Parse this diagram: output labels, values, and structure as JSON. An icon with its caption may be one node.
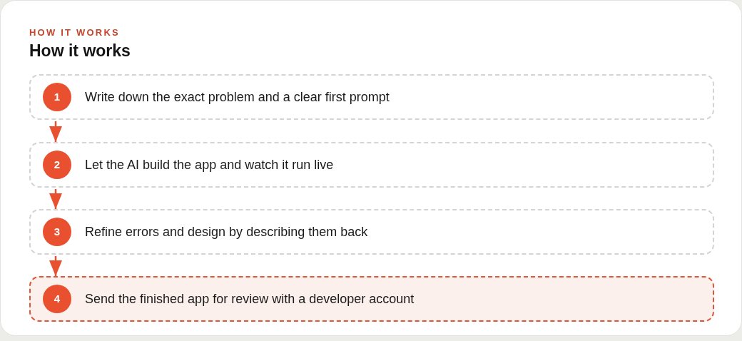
{
  "diagram": {
    "title": "How it works",
    "nodes": [
      {
        "text": [
          "1",
          "Write down the exact problem and a clear first prompt"
        ]
      },
      {
        "text": [
          "2",
          "Let the AI build the app and watch it run live"
        ]
      },
      {
        "text": [
          "3",
          "Refine errors and design by describing them back"
        ]
      },
      {
        "text": [
          "4",
          "Send the finished app for review with a developer account"
        ]
      }
    ],
    "edges": [
      {
        "from": 0,
        "to": 1,
        "arrow": "to"
      },
      {
        "from": 1,
        "to": 2,
        "arrow": "to"
      },
      {
        "from": 2,
        "to": 3,
        "arrow": "to"
      }
    ],
    "labels": [
      "HOW IT WORKS"
    ]
  }
}
